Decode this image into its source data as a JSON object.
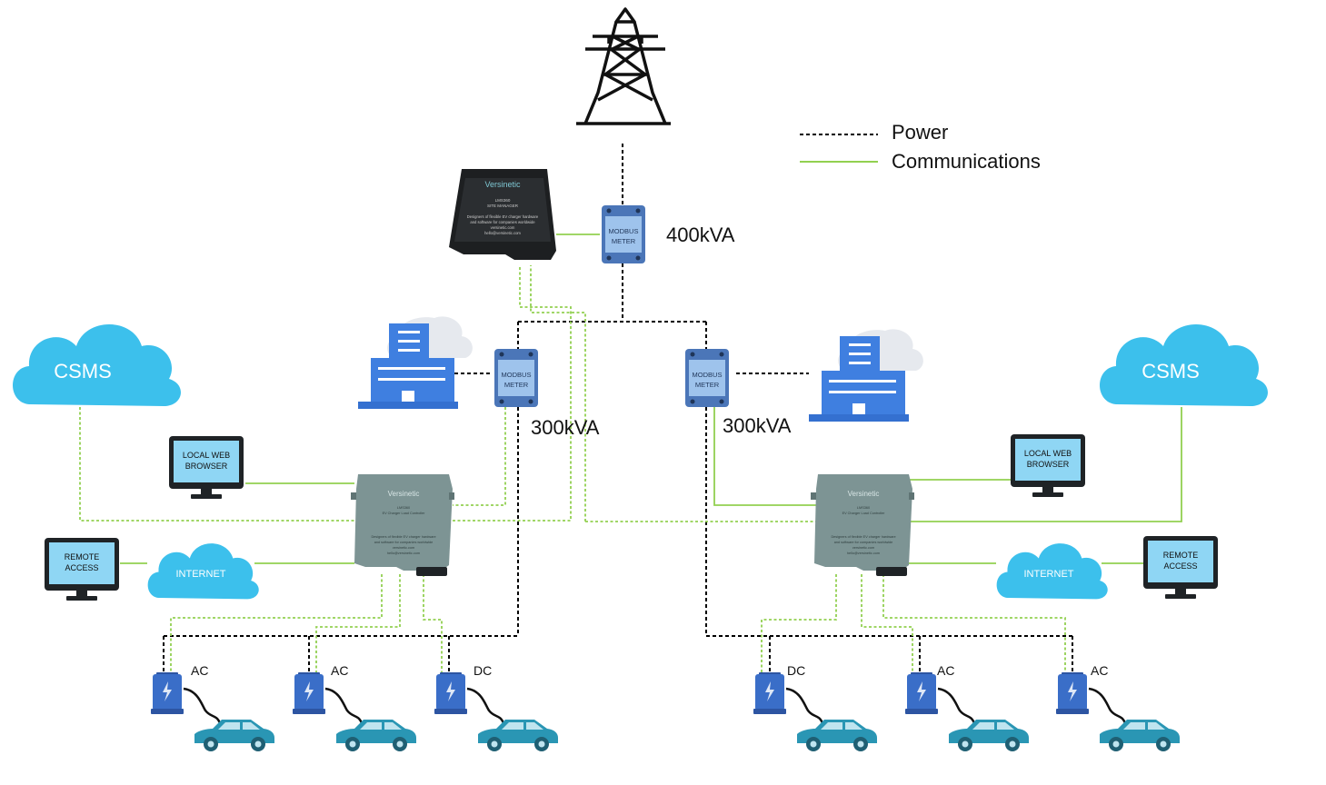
{
  "legend": {
    "power_label": "Power",
    "communications_label": "Communications"
  },
  "site_manager": {
    "brand": "Versinetic",
    "model": "LMS360",
    "subtitle": "SITE MANAGER",
    "description_line1": "Designers of flexible EV charger hardware",
    "description_line2": "and software for companies worldwide",
    "website": "versinetic.com",
    "email": "hello@versinetic.com"
  },
  "load_controller": {
    "brand": "Versinetic",
    "model": "LMS360",
    "subtitle": "EV Charger Load Controller",
    "description_line1": "Designers of flexible EV charger hardware",
    "description_line2": "and software for companies worldwide",
    "website": "versinetic.com",
    "email": "hello@versinetic.com"
  },
  "meters": {
    "main": {
      "line1": "MODBUS",
      "line2": "METER",
      "rating": "400kVA"
    },
    "left": {
      "line1": "MODBUS",
      "line2": "METER",
      "rating": "300kVA"
    },
    "right": {
      "line1": "MODBUS",
      "line2": "METER",
      "rating": "300kVA"
    }
  },
  "clouds": {
    "csms_left": "CSMS",
    "csms_right": "CSMS",
    "internet_left": "INTERNET",
    "internet_right": "INTERNET"
  },
  "monitors": {
    "local_web_left": {
      "line1": "LOCAL WEB",
      "line2": "BROWSER"
    },
    "remote_left": {
      "line1": "REMOTE",
      "line2": "ACCESS"
    },
    "local_web_right": {
      "line1": "LOCAL WEB",
      "line2": "BROWSER"
    },
    "remote_right": {
      "line1": "REMOTE",
      "line2": "ACCESS"
    }
  },
  "chargers": [
    {
      "type": "AC"
    },
    {
      "type": "AC"
    },
    {
      "type": "DC"
    },
    {
      "type": "DC"
    },
    {
      "type": "AC"
    },
    {
      "type": "AC"
    }
  ],
  "colors": {
    "power_line": "#000000",
    "comms_line": "#92d050",
    "cloud": "#3cc0ec",
    "building": "#3f7fe0",
    "meter": "#9ec3ec",
    "charger": "#3a6ec8",
    "car": "#2a96b4",
    "monitor_screen": "#8fd6f4",
    "controller": "#7d9494"
  }
}
